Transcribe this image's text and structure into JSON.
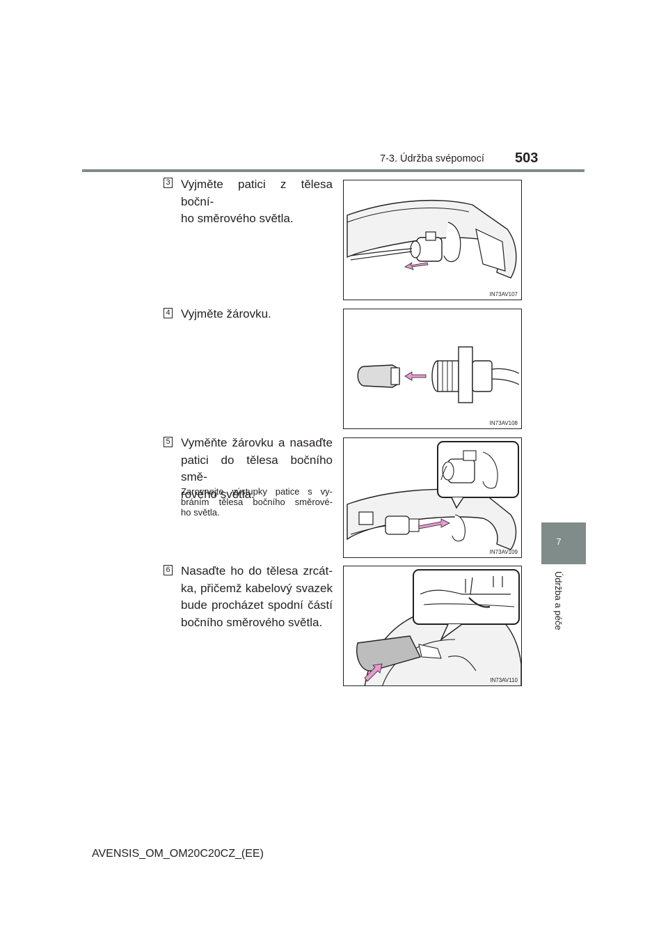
{
  "header": {
    "section_title": "7-3. Údržba svépomocí",
    "page_number": "503"
  },
  "side_tab": {
    "chapter_number": "7",
    "chapter_label": "Údržba a péče"
  },
  "steps": [
    {
      "number": "3",
      "lines": [
        "Vyjměte patici z tělesa boční-",
        "ho směrového světla."
      ],
      "figure_code": "IN73AV107"
    },
    {
      "number": "4",
      "lines": [
        "Vyjměte žárovku."
      ],
      "figure_code": "IN73AV108"
    },
    {
      "number": "5",
      "lines": [
        "Vyměňte žárovku a nasaďte",
        "patici do tělesa bočního smě-",
        "rového světla."
      ],
      "note_lines": [
        "Zarovnejte výstupky patice s vy-",
        "bráním tělesa bočního směrové-",
        "ho světla."
      ],
      "figure_code": "IN73AV109"
    },
    {
      "number": "6",
      "lines": [
        "Nasaďte ho do tělesa zrcát-",
        "ka, přičemž kabelový svazek",
        "bude procházet spodní částí",
        "bočního směrového světla."
      ],
      "figure_code": "IN73AV110"
    }
  ],
  "footer": {
    "doc_code": "AVENSIS_OM_OM20C20CZ_(EE)"
  },
  "colors": {
    "header_line": "#7f8c8a",
    "side_tab": "#7f8c8a",
    "arrow_pink": "#e89ad2",
    "text": "#231f20"
  }
}
